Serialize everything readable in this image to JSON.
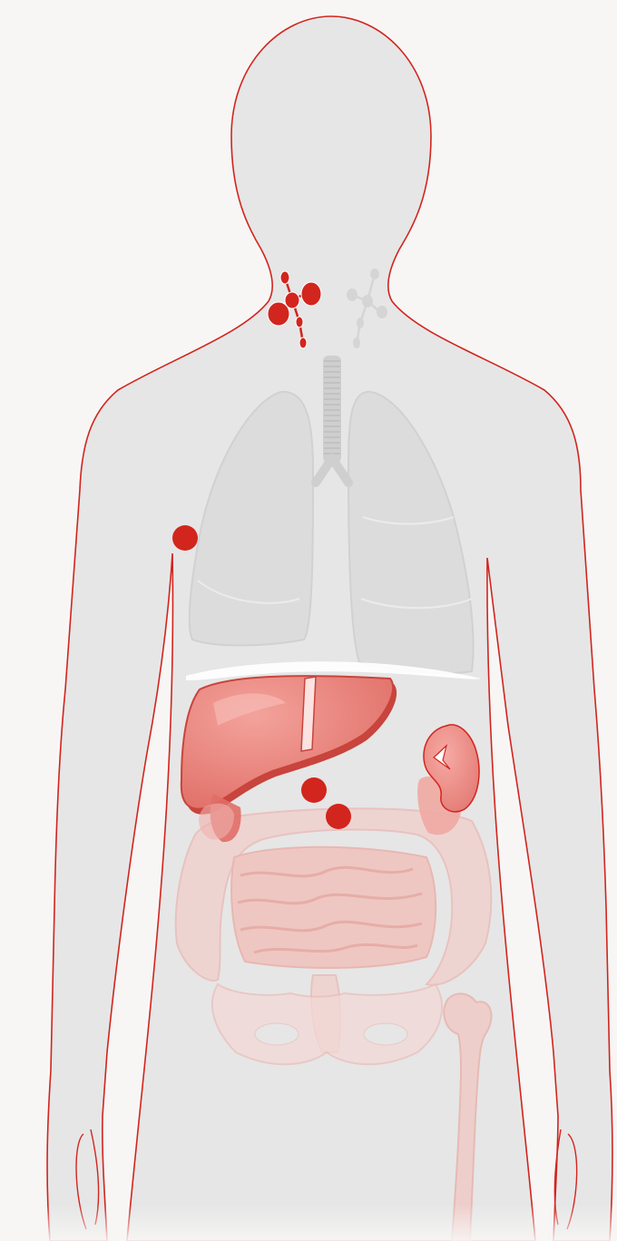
{
  "diagram": {
    "type": "anatomical-body-illustration",
    "subject": "human-torso",
    "highlighted_organs": [
      "left-neck-lymph-nodes",
      "liver",
      "right-kidney",
      "right-adrenal"
    ],
    "faded_organs": [
      "right-neck-lymph-nodes",
      "trachea",
      "lungs",
      "intestines",
      "pelvis",
      "femur"
    ],
    "markers": [
      {
        "name": "armpit-lymph-node-marker",
        "location": "left-axilla"
      },
      {
        "name": "abdominal-lymph-node-marker-1",
        "location": "upper-abdomen"
      },
      {
        "name": "abdominal-lymph-node-marker-2",
        "location": "upper-abdomen"
      }
    ]
  },
  "colors": {
    "background": "#f7f6f5",
    "body_fill": "#e6e6e6",
    "outline": "#d2251e",
    "highlight": "#d2251e",
    "liver": "#e77b74",
    "liver_dark": "#c8443c",
    "kidney": "#ec8a83",
    "faded_red": "#f1c9c5",
    "faded_organ_grey": "#d9d9d9",
    "marker": "#d2251e"
  }
}
